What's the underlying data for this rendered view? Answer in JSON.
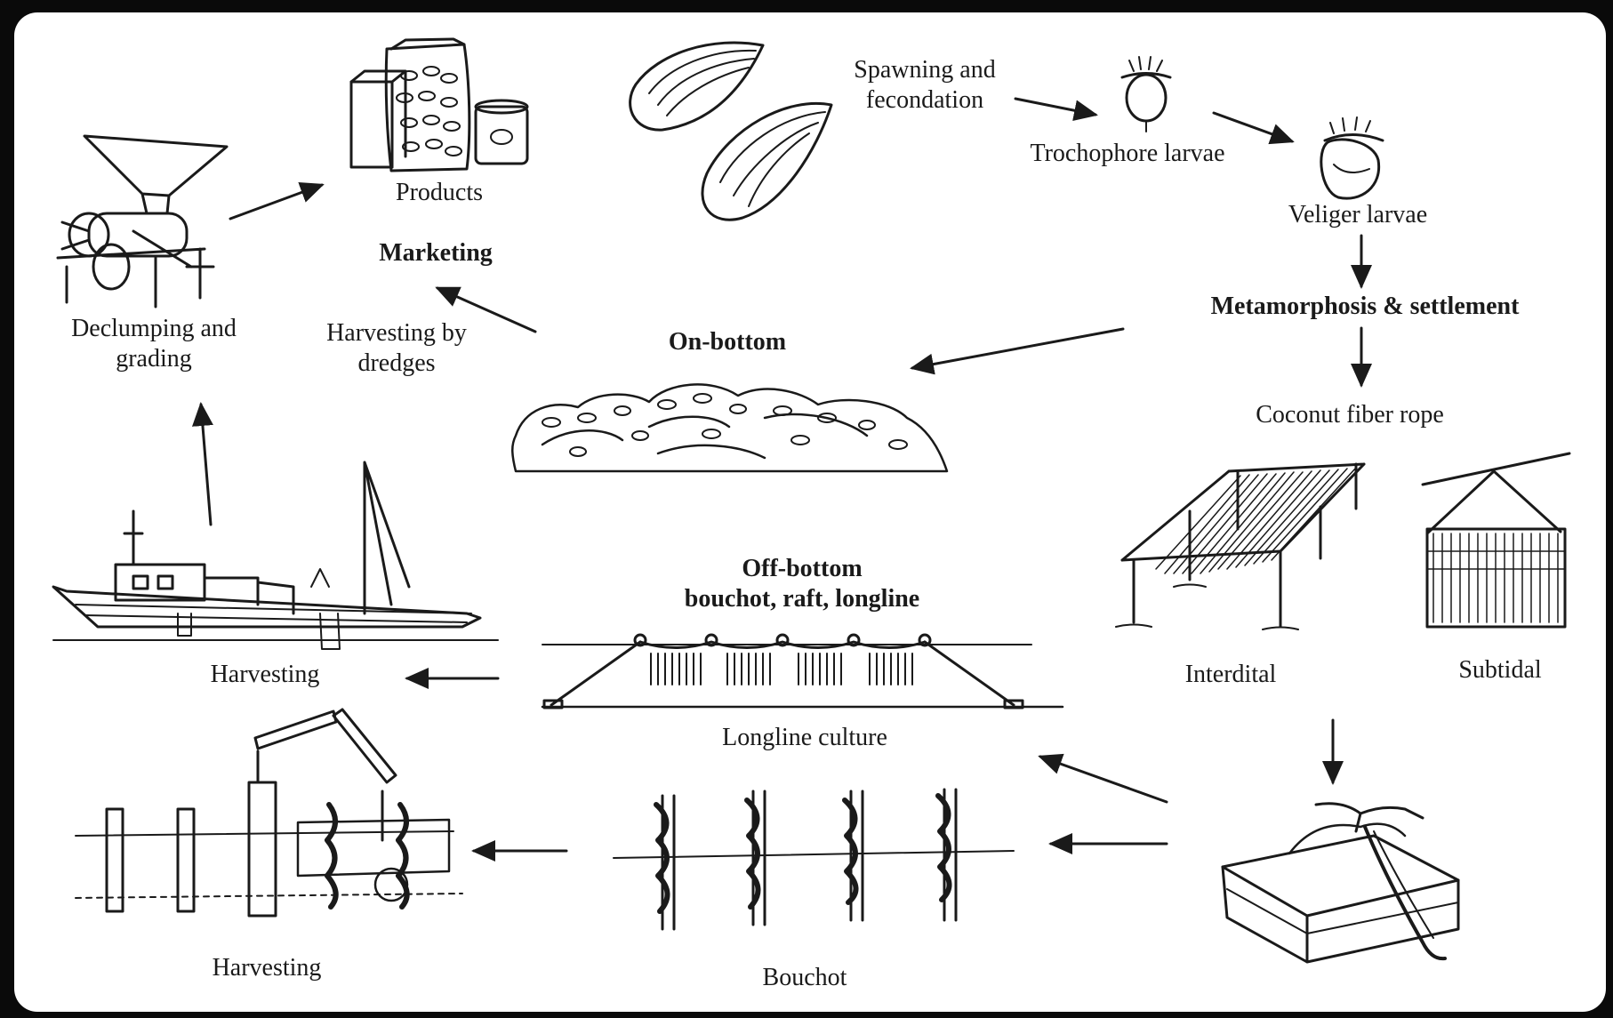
{
  "labels": {
    "spawning": [
      "Spawning and",
      "fecondation"
    ],
    "trochophore": "Trochophore larvae",
    "veliger": "Veliger larvae",
    "metamorphosis": "Metamorphosis & settlement",
    "coconut": "Coconut fiber rope",
    "interdital": "Interdital",
    "subtidal": "Subtidal",
    "products": "Products",
    "marketing": "Marketing",
    "declumping": [
      "Declumping and",
      "grading"
    ],
    "dredges": [
      "Harvesting by",
      "dredges"
    ],
    "on_bottom": "On-bottom",
    "off_bottom": [
      "Off-bottom",
      "bouchot, raft, longline"
    ],
    "longline": "Longline culture",
    "harvesting_boat": "Harvesting",
    "harvesting_bouchot": "Harvesting",
    "bouchot": "Bouchot"
  },
  "colors": {
    "ink": "#1a1a1a",
    "frame": "#0a0a0a",
    "paper": "#ffffff"
  }
}
